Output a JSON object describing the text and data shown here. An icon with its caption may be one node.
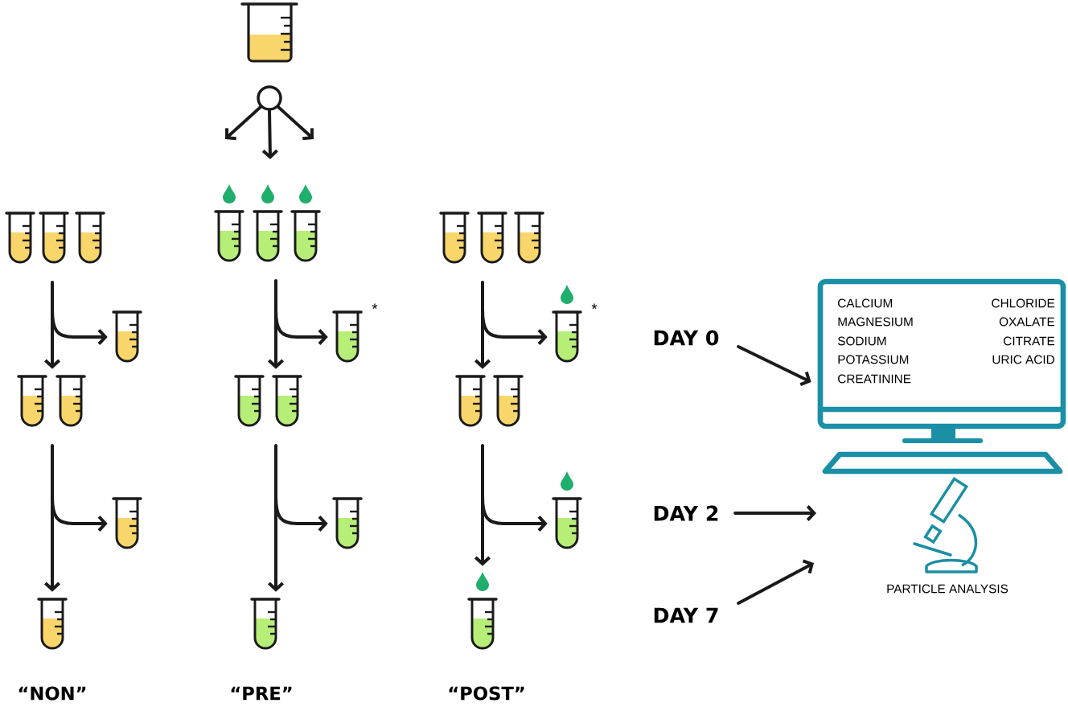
{
  "diagram": {
    "nodes": [
      {
        "text": [],
        "shape": "picture"
      },
      {
        "text": [],
        "shape": "circle"
      },
      {
        "text": [],
        "shape": "picture"
      },
      {
        "text": [],
        "shape": "picture"
      },
      {
        "text": [],
        "shape": "picture"
      },
      {
        "text": [],
        "shape": "picture"
      },
      {
        "text": [],
        "shape": "picture"
      },
      {
        "text": [],
        "shape": "picture"
      },
      {
        "text": [],
        "shape": "picture",
        "beside": [
          "*"
        ]
      },
      {
        "text": [],
        "shape": "picture"
      },
      {
        "text": [],
        "shape": "picture"
      },
      {
        "text": [],
        "shape": "picture"
      },
      {
        "text": [],
        "shape": "picture"
      },
      {
        "text": [],
        "shape": "picture",
        "beside": [
          "*"
        ]
      },
      {
        "text": [],
        "shape": "picture"
      },
      {
        "text": [],
        "shape": "picture"
      },
      {
        "text": [],
        "shape": "picture"
      },
      {
        "text": [
          "DAY 0"
        ]
      },
      {
        "text": [
          "DAY 2"
        ]
      },
      {
        "text": [
          "DAY 7"
        ]
      },
      {
        "text": [
          "CALCIUM",
          "MAGNESIUM",
          "SODIUM",
          "POTASSIUM",
          "CREATININE",
          "CHLORIDE",
          "OXALATE",
          "CITRATE",
          "URIC ACID"
        ]
      },
      {
        "text": [],
        "shape": "picture",
        "beside": [
          "PARTICLE ANALYSIS"
        ]
      }
    ],
    "edges": [
      {
        "from": 1,
        "to": null,
        "arrow": "to"
      },
      {
        "from": 1,
        "to": null,
        "arrow": "to"
      },
      {
        "from": 1,
        "to": null,
        "arrow": "to"
      },
      {
        "from": 2,
        "to": 4,
        "arrow": "to"
      },
      {
        "from": 2,
        "to": 3,
        "arrow": "to"
      },
      {
        "from": 4,
        "to": 6,
        "arrow": "to"
      },
      {
        "from": 4,
        "to": 5,
        "arrow": "to"
      },
      {
        "from": 7,
        "to": 9,
        "arrow": "to"
      },
      {
        "from": 7,
        "to": 8,
        "arrow": "to"
      },
      {
        "from": 9,
        "to": 11,
        "arrow": "to"
      },
      {
        "from": 9,
        "to": 10,
        "arrow": "to"
      },
      {
        "from": 12,
        "to": 14,
        "arrow": "to"
      },
      {
        "from": 12,
        "to": 13,
        "arrow": "to"
      },
      {
        "from": 14,
        "to": 16,
        "arrow": "to"
      },
      {
        "from": 14,
        "to": 15,
        "arrow": "to"
      },
      {
        "from": 17,
        "to": 20,
        "arrow": "to"
      },
      {
        "from": 18,
        "to": null,
        "arrow": "to"
      },
      {
        "from": 19,
        "to": null,
        "arrow": "to"
      }
    ],
    "labels": [
      "“NON”",
      "“PRE”",
      "“POST”"
    ]
  }
}
